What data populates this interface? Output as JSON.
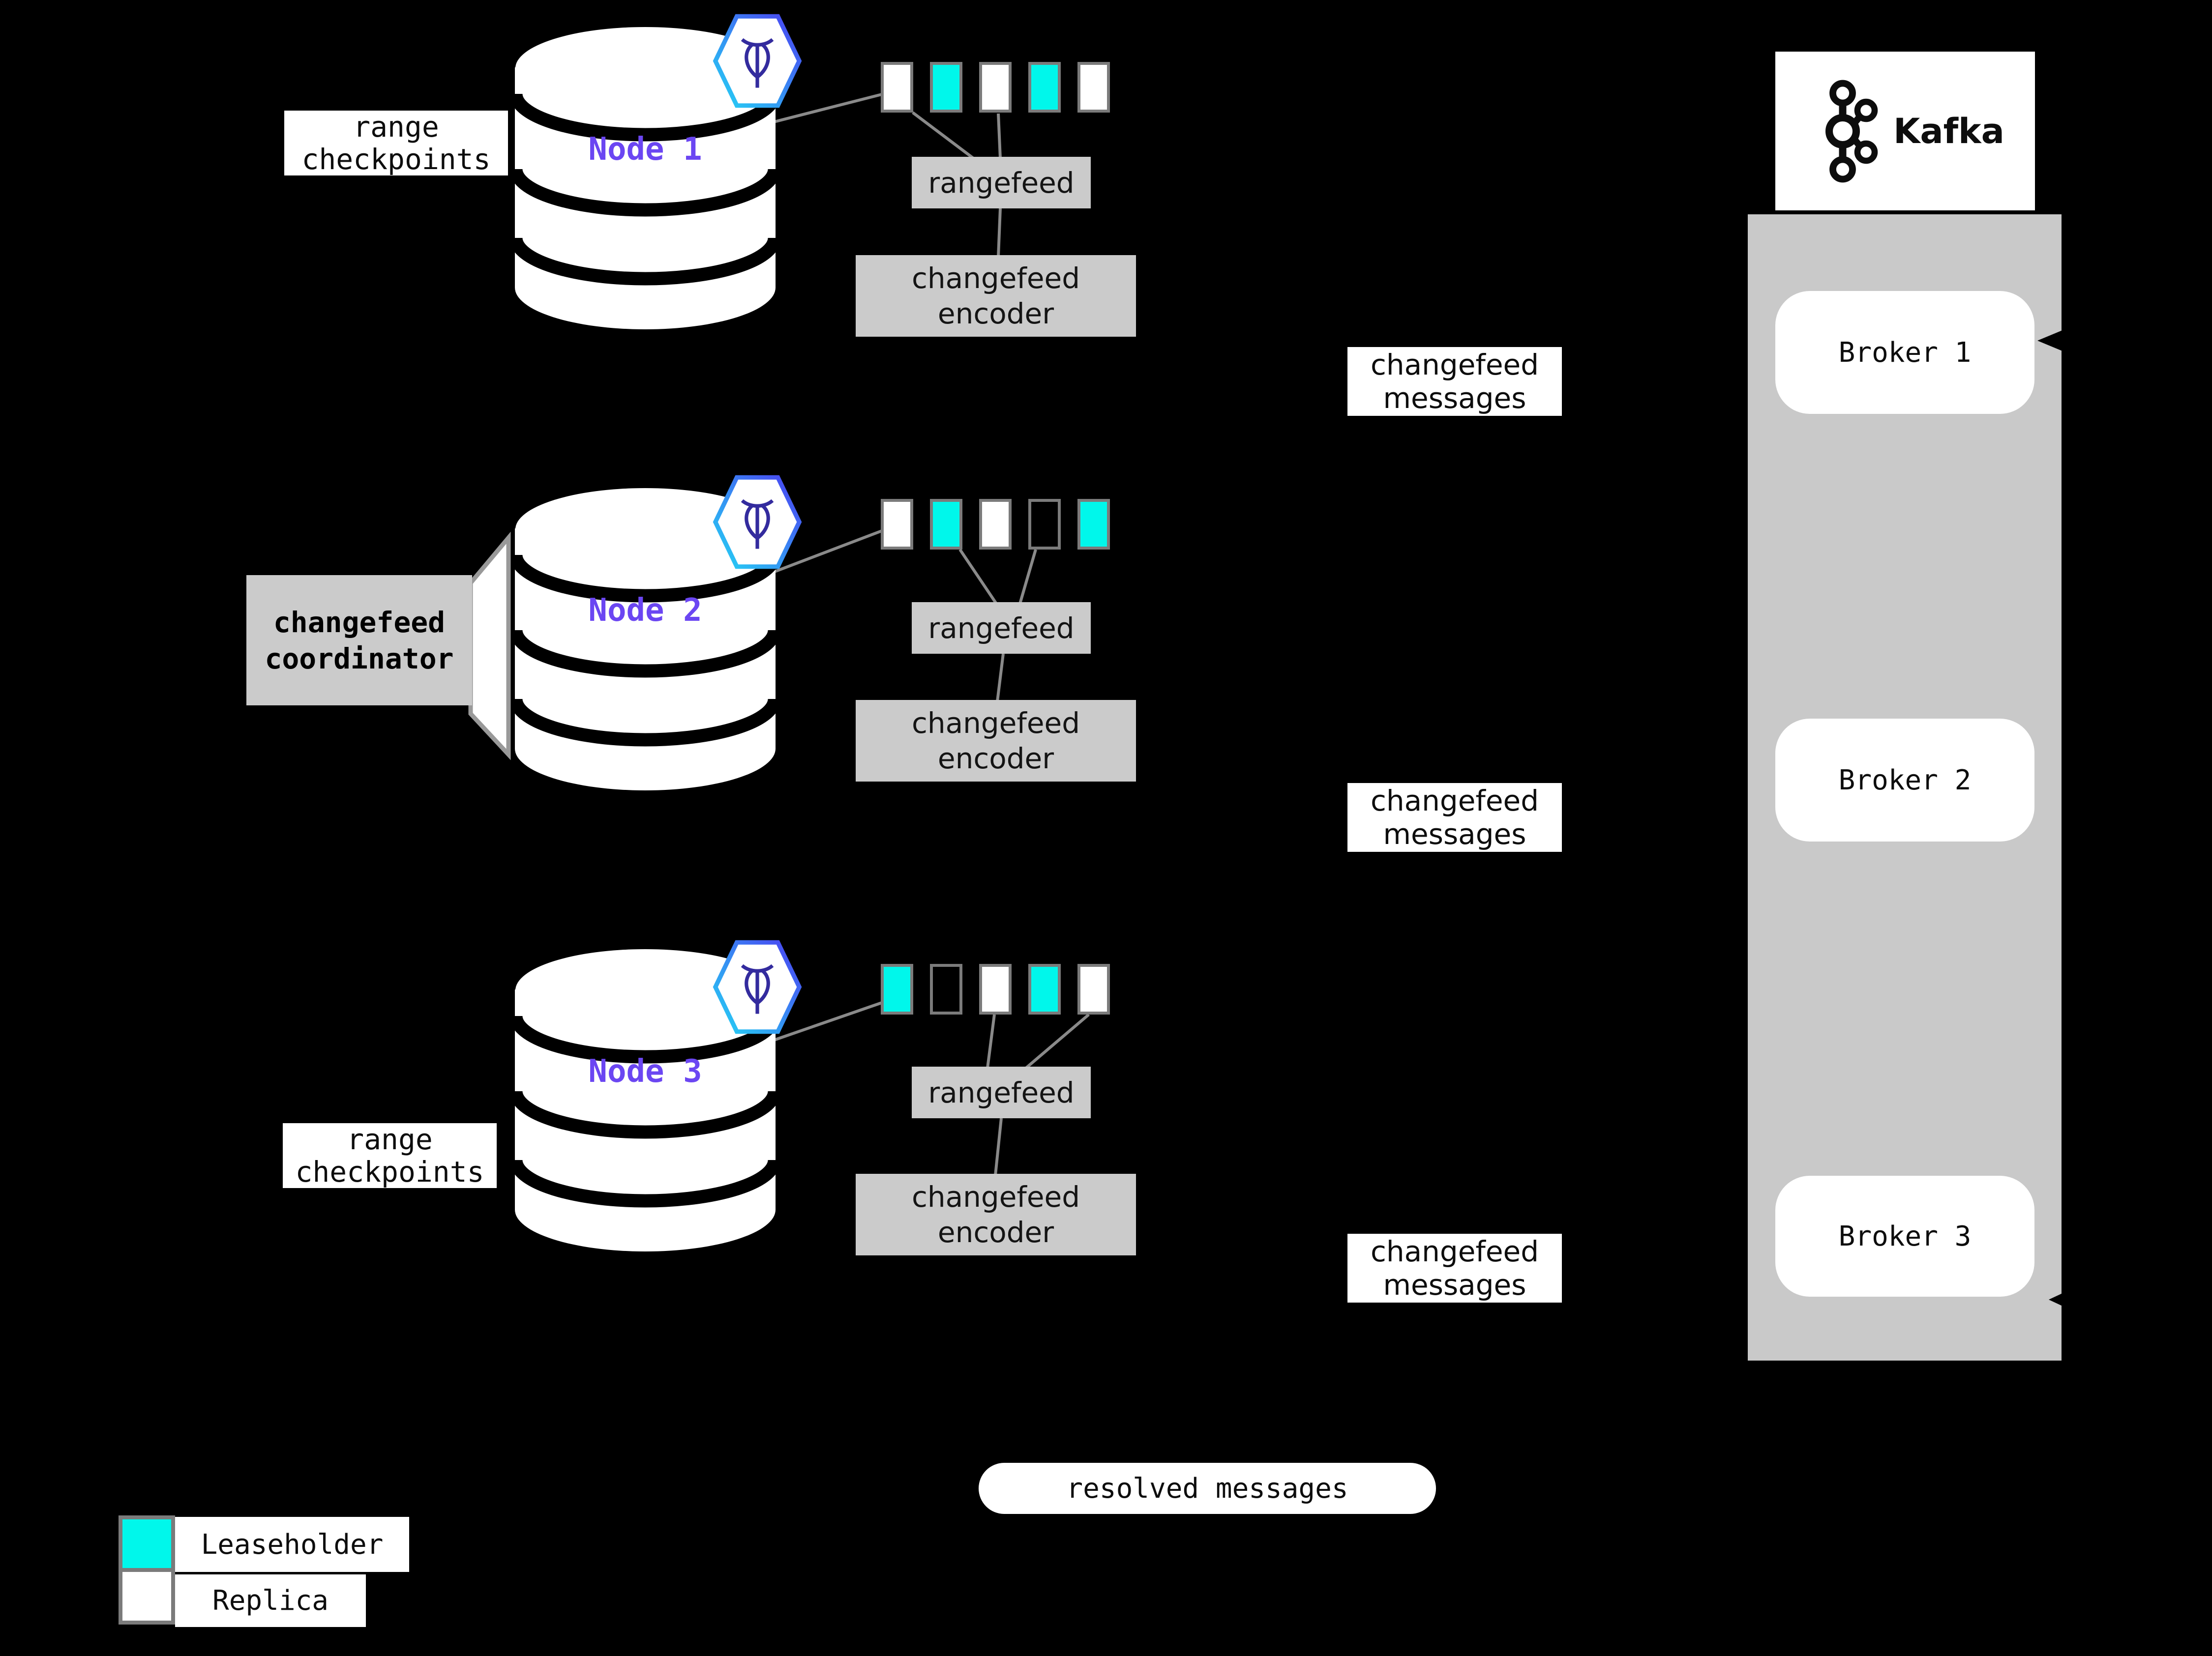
{
  "title": "changefeed to Kafka architecture diagram",
  "colors": {
    "background": "#000000",
    "leaseholder": "#00F7EB",
    "replica": "#FFFFFF",
    "range_border": "#7B7B7B",
    "box_gray": "#CBCBCB",
    "panel_gray": "#C9C9C9",
    "line_gray": "#8A8A8A",
    "node_purple": "#6B46F2"
  },
  "nodes": [
    {
      "name": "Node 1",
      "side_label_lines": [
        "range",
        "checkpoints"
      ],
      "ranges": [
        "replica",
        "leaseholder",
        "replica",
        "leaseholder",
        "replica"
      ],
      "rangefeed_label": "rangefeed",
      "encoder_lines": [
        "changefeed",
        "encoder"
      ],
      "messages_lines": [
        "changefeed",
        "messages"
      ]
    },
    {
      "name": "Node 2",
      "coordinator_lines": [
        "changefeed",
        "coordinator"
      ],
      "ranges": [
        "replica",
        "leaseholder",
        "replica",
        "empty",
        "leaseholder"
      ],
      "rangefeed_label": "rangefeed",
      "encoder_lines": [
        "changefeed",
        "encoder"
      ],
      "messages_lines": [
        "changefeed",
        "messages"
      ]
    },
    {
      "name": "Node 3",
      "side_label_lines": [
        "range",
        "checkpoints"
      ],
      "ranges": [
        "leaseholder",
        "empty",
        "replica",
        "leaseholder",
        "replica"
      ],
      "rangefeed_label": "rangefeed",
      "encoder_lines": [
        "changefeed",
        "encoder"
      ],
      "messages_lines": [
        "changefeed",
        "messages"
      ]
    }
  ],
  "kafka": {
    "title": "Kafka",
    "brokers": [
      "Broker 1",
      "Broker 2",
      "Broker 3"
    ]
  },
  "resolved_label": "resolved messages",
  "legend": [
    {
      "swatch": "leaseholder",
      "label": "Leaseholder"
    },
    {
      "swatch": "replica",
      "label": "Replica"
    }
  ]
}
